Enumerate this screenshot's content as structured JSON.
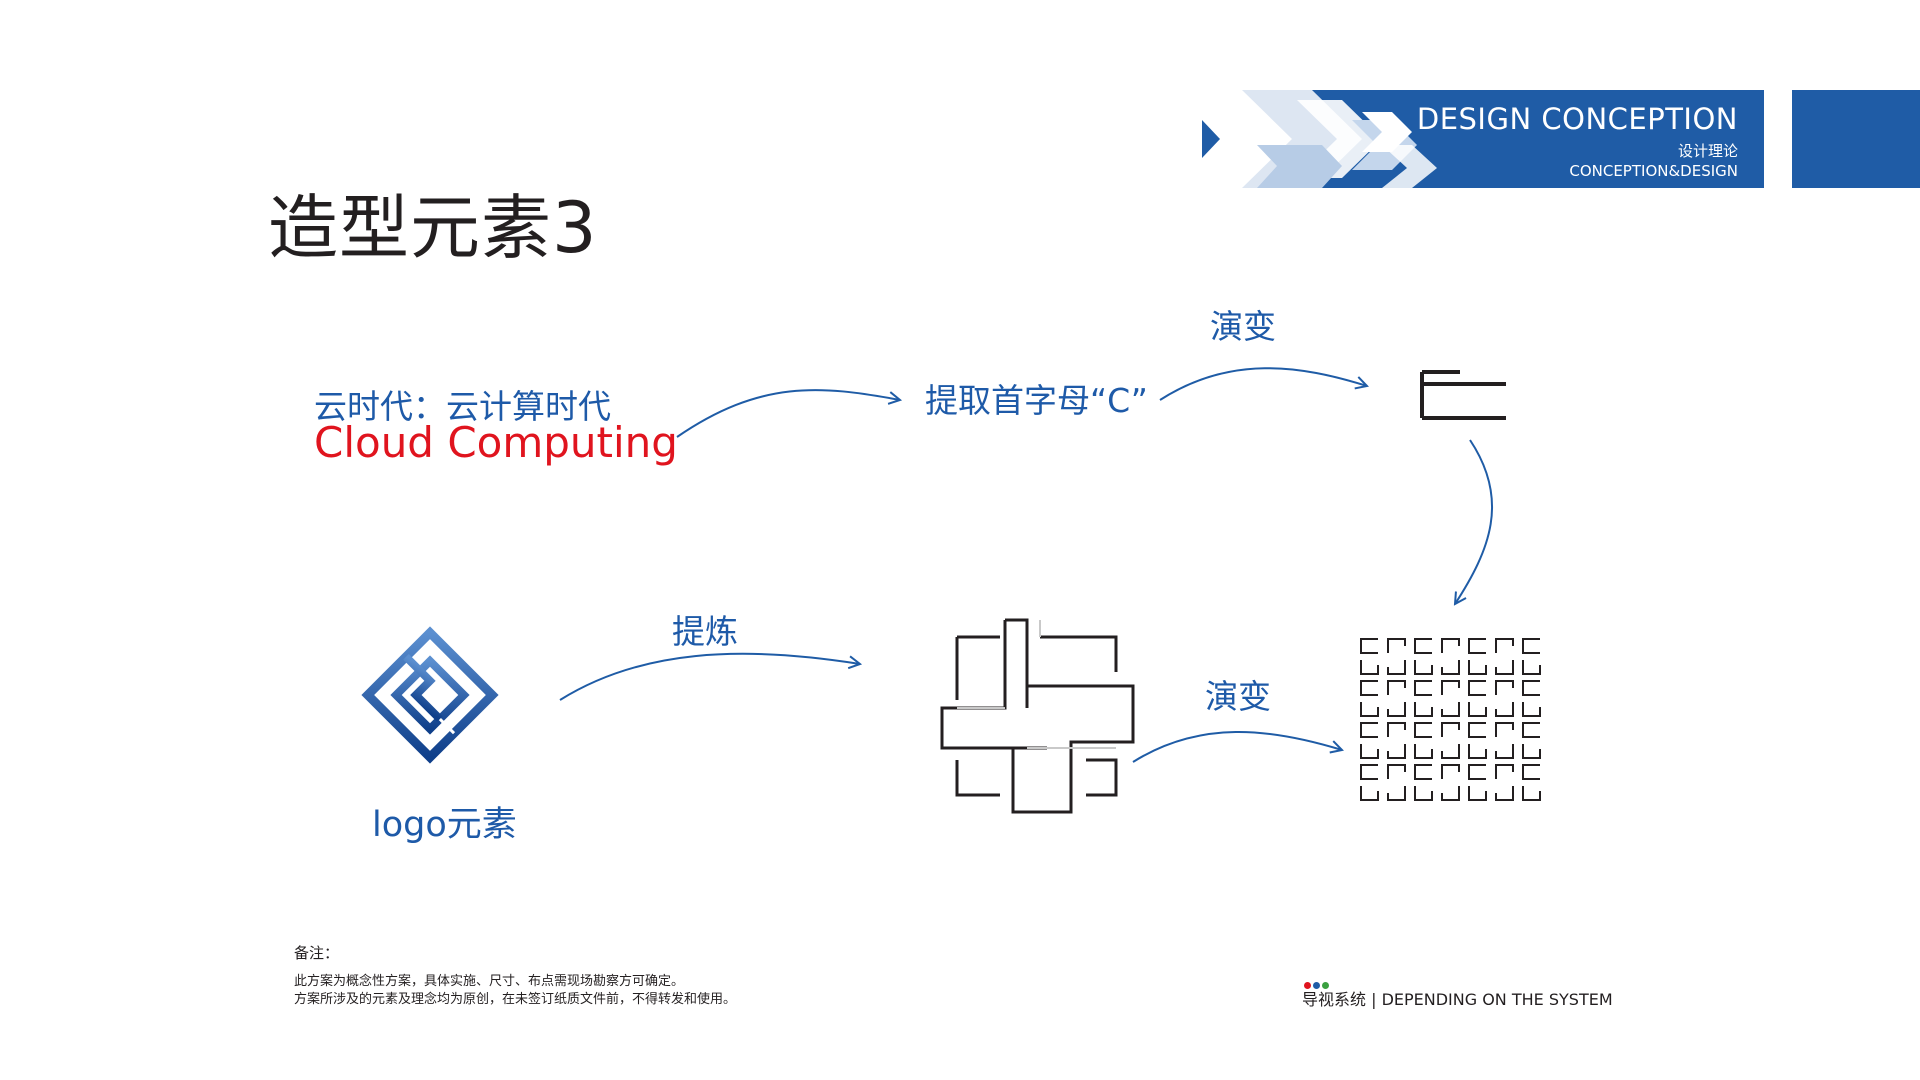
{
  "slide_title": "造型元素3",
  "header": {
    "main": "DESIGN CONCEPTION",
    "sub_cn": "设计理论",
    "sub_en": "CONCEPTION&DESIGN"
  },
  "cloud": {
    "cn": "云时代：云计算时代",
    "en": "Cloud Computing"
  },
  "steps": {
    "extract_c": "提取首字母“C”",
    "evolve_top": "演变",
    "refine": "提炼",
    "evolve_bottom": "演变"
  },
  "logo_label": "logo元素",
  "notes": {
    "heading": "备注：",
    "line1": "此方案为概念性方案，具体实施、尺寸、布点需现场勘察方可确定。",
    "line2": "方案所涉及的元素及理念均为原创，在未签订纸质文件前，不得转发和使用。"
  },
  "footer": {
    "text": "导视系统 | DEPENDING ON THE SYSTEM",
    "dot_colors": [
      "#e0141e",
      "#1f5ca6",
      "#3aa040"
    ]
  },
  "colors": {
    "brand_blue": "#1f5ca6",
    "text_blue": "#1e5aa8",
    "accent_red": "#e0141e",
    "line_dark": "#231f20"
  }
}
